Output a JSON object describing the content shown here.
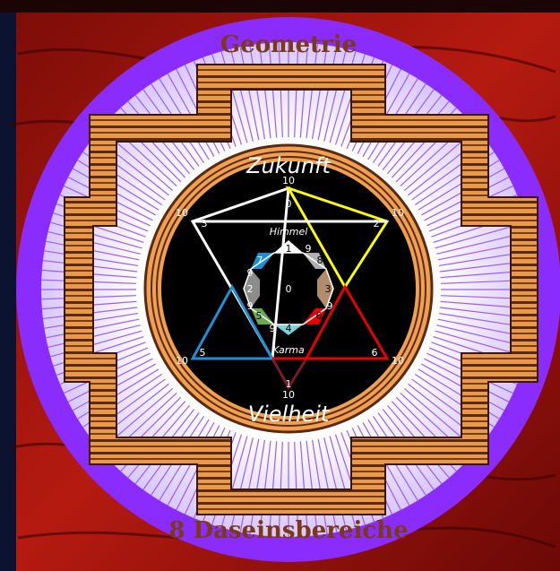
{
  "title_top": "Geometrie",
  "title_bottom": "8 Daseinsbereiche",
  "label_future": "Zukunft",
  "label_many": "Vielheit",
  "label_heaven": "Himmel",
  "label_karma": "Karma",
  "center_value": "0",
  "outer_points": {
    "top": "10",
    "top_left": "10",
    "top_right": "10",
    "bottom_left": "10",
    "bottom_right": "10",
    "bottom": "10"
  },
  "triangle_numbers": {
    "top_inner": "0",
    "left_inner": "3",
    "right_inner": "2",
    "bottom_left_inner": "5",
    "bottom_right_inner": "6",
    "bottom_inner": "1"
  },
  "octagon_numbers": {
    "n1": "1",
    "n9a": "9",
    "n8": "8",
    "n7": "7",
    "n9b": "9",
    "n2": "2",
    "n3": "3",
    "n9c": "9",
    "n5": "5",
    "n6": "6",
    "n9d": "9",
    "n4": "4",
    "n9e": "9"
  },
  "colors": {
    "violet": "#8b2cff",
    "gold": "#e8923a",
    "dark_brown": "#5a2a10",
    "white_tri": "#ffffff",
    "yellow_tri": "#ffff00",
    "red_tri": "#e80000",
    "blue_tri": "#1e8fd6",
    "maroon_tri": "#7a1a22",
    "grey": "#8c8c8c",
    "tan": "#b08d6a",
    "green": "#6aa84f",
    "cyan": "#7fd3d8"
  }
}
